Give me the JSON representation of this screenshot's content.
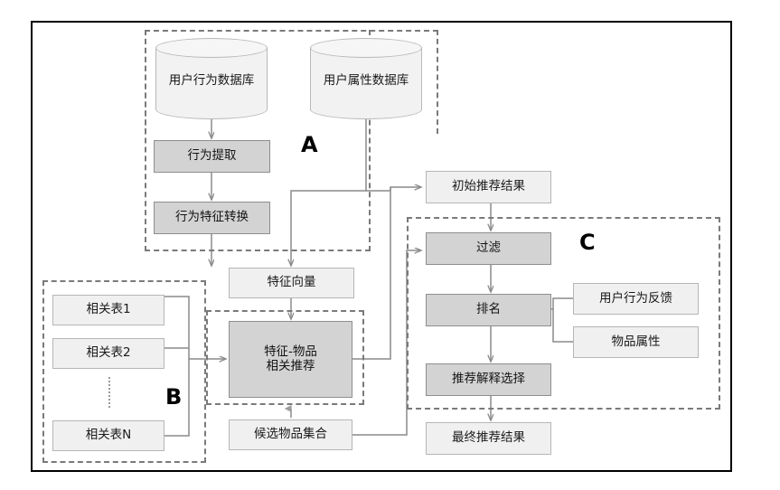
{
  "diagram": {
    "title": "Recommendation System Architecture Flowchart",
    "type": "flowchart",
    "colors": {
      "frame_border": "#000000",
      "light_box_fill": "#f0f0f0",
      "light_box_border": "#b6b6b6",
      "dark_box_fill": "#d3d3d3",
      "dark_box_border": "#8e8e8e",
      "dashed_group": "#7a7a7a",
      "connector": "#8a8a8a",
      "background": "#ffffff"
    },
    "group_tags": {
      "a": "A",
      "b": "B",
      "c": "C"
    },
    "nodes": {
      "user_behavior_db": "用户行为数据库",
      "user_attribute_db": "用户属性数据库",
      "behavior_extraction": "行为提取",
      "behavior_feature_transform": "行为特征转换",
      "feature_vector": "特征向量",
      "related_table_1": "相关表1",
      "related_table_2": "相关表2",
      "related_table_n": "相关表N",
      "feature_item_recommend_line1": "特征-物品",
      "feature_item_recommend_line2": "相关推荐",
      "candidate_item_set": "候选物品集合",
      "initial_recommend_result": "初始推荐结果",
      "filter": "过滤",
      "ranking": "排名",
      "user_behavior_feedback": "用户行为反馈",
      "item_attribute": "物品属性",
      "recommend_explanation_select": "推荐解释选择",
      "final_recommend_result": "最终推荐结果"
    }
  }
}
